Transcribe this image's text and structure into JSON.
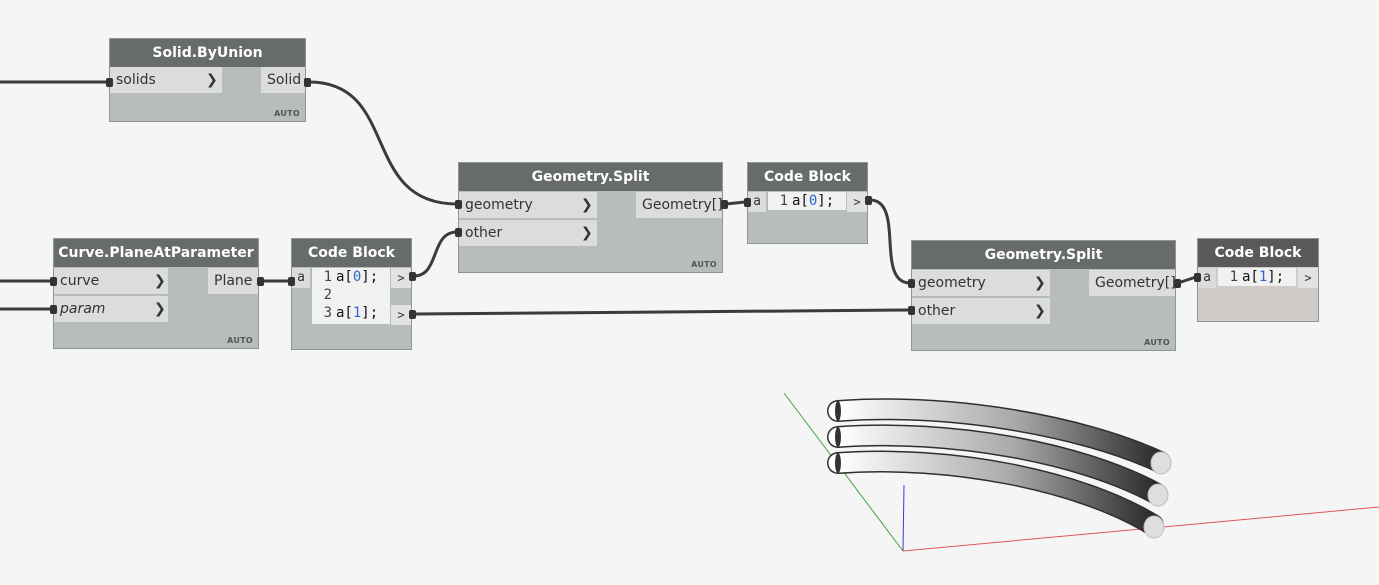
{
  "nodes": {
    "solid_by_union": {
      "title": "Solid.ByUnion",
      "inputs": [
        "solids"
      ],
      "output": "Solid",
      "lacing": "AUTO"
    },
    "curve_plane": {
      "title": "Curve.PlaneAtParameter",
      "inputs": [
        "curve",
        "param"
      ],
      "output": "Plane",
      "lacing": "AUTO"
    },
    "code_block_1": {
      "title": "Code Block",
      "input": "a",
      "lines": [
        {
          "n": "1",
          "pre": "a[",
          "num": "0",
          "post": "];"
        },
        {
          "n": "2",
          "pre": "",
          "num": "",
          "post": ""
        },
        {
          "n": "3",
          "pre": "a[",
          "num": "1",
          "post": "];"
        }
      ],
      "out_label": ">"
    },
    "geometry_split_1": {
      "title": "Geometry.Split",
      "inputs": [
        "geometry",
        "other"
      ],
      "output": "Geometry[]",
      "lacing": "AUTO"
    },
    "code_block_2": {
      "title": "Code Block",
      "input": "a",
      "lines": [
        {
          "n": "1",
          "pre": "a[",
          "num": "0",
          "post": "];"
        }
      ],
      "out_label": ">"
    },
    "geometry_split_2": {
      "title": "Geometry.Split",
      "inputs": [
        "geometry",
        "other"
      ],
      "output": "Geometry[]",
      "lacing": "AUTO"
    },
    "code_block_3": {
      "title": "Code Block",
      "input": "a",
      "lines": [
        {
          "n": "1",
          "pre": "a[",
          "num": "1",
          "post": "];"
        }
      ],
      "out_label": ">"
    }
  },
  "chevron": "❯",
  "colors": {
    "canvas": "#f5f5f5",
    "node_body": "#b7bcbd",
    "node_header": "#676b6c",
    "wire": "#3b3b3b",
    "axis_x": "#e05555",
    "axis_y": "#3ea53e",
    "axis_z": "#3b3bd6"
  }
}
